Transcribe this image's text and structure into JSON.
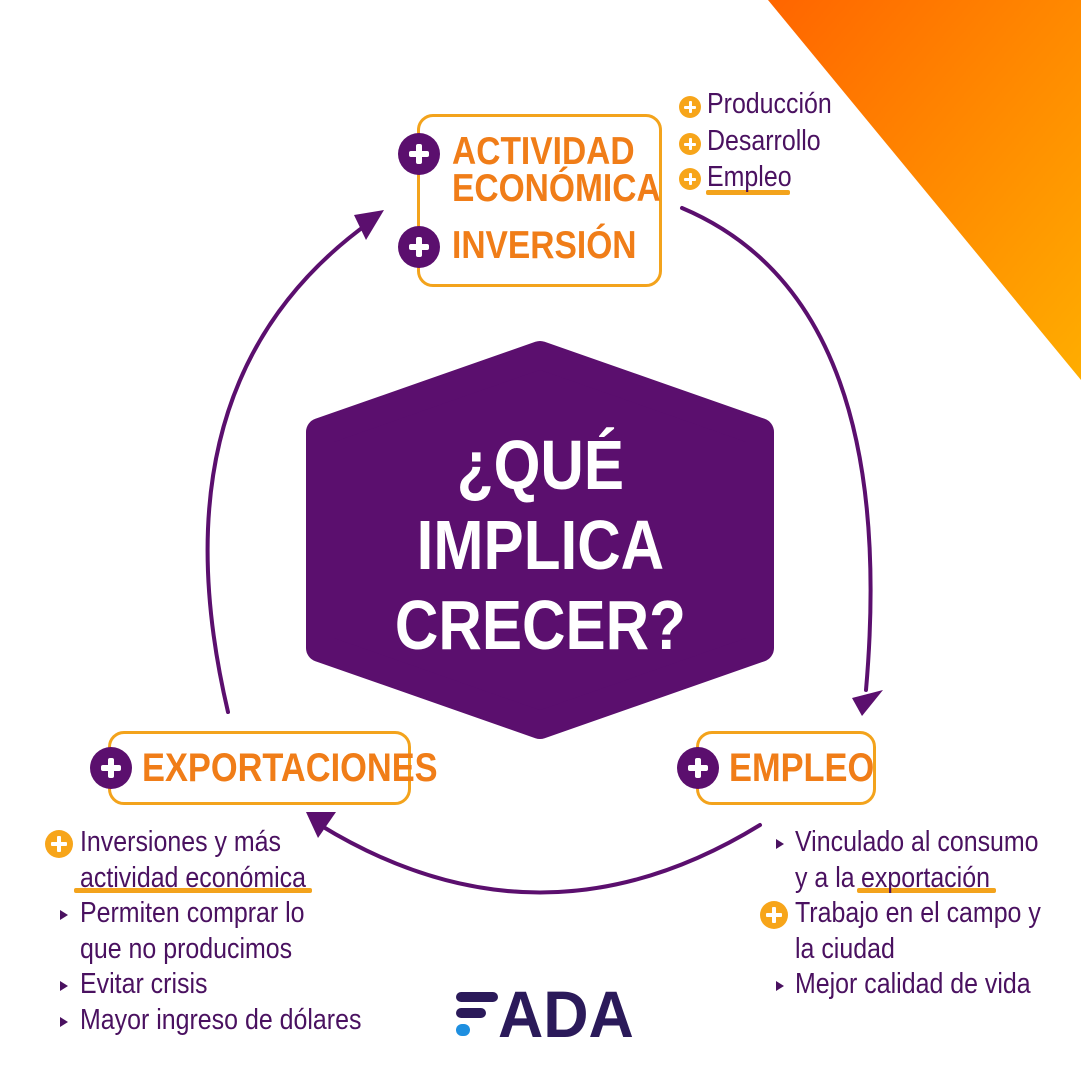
{
  "center": {
    "line1": "¿QUÉ",
    "line2": "IMPLICA",
    "line3": "CRECER?"
  },
  "top_box": {
    "line1": "ACTIVIDAD",
    "line2": "ECONÓMICA",
    "line3": "INVERSIÓN"
  },
  "top_list": [
    "Producción",
    "Desarrollo",
    "Empleo"
  ],
  "left_box": {
    "label": "EXPORTACIONES"
  },
  "left_list": {
    "plus_line1": "Inversiones y más",
    "plus_line2": "actividad económica",
    "item1_line1": "Permiten comprar lo",
    "item1_line2": "que no producimos",
    "item2": "Evitar crisis",
    "item3": "Mayor ingreso de dólares"
  },
  "right_box": {
    "label": "EMPLEO"
  },
  "right_list": {
    "item1_line1": "Vinculado al consumo",
    "item1_line2a": "y a la ",
    "item1_line2b": "exportación",
    "plus_line1": "Trabajo en el campo y",
    "plus_line2": "la ciudad",
    "item2": "Mejor calidad de vida"
  },
  "logo": {
    "text": "FADA",
    "tail": "ADA"
  },
  "colors": {
    "purple": "#5b0f6e",
    "orange": "#f07d18",
    "yellow": "#f3a31c",
    "gradient_start": "#ff6a00",
    "gradient_end": "#ffad00"
  },
  "icons": [
    "plus-circle-icon",
    "triangle-bullet-icon",
    "arrow-head-icon"
  ]
}
